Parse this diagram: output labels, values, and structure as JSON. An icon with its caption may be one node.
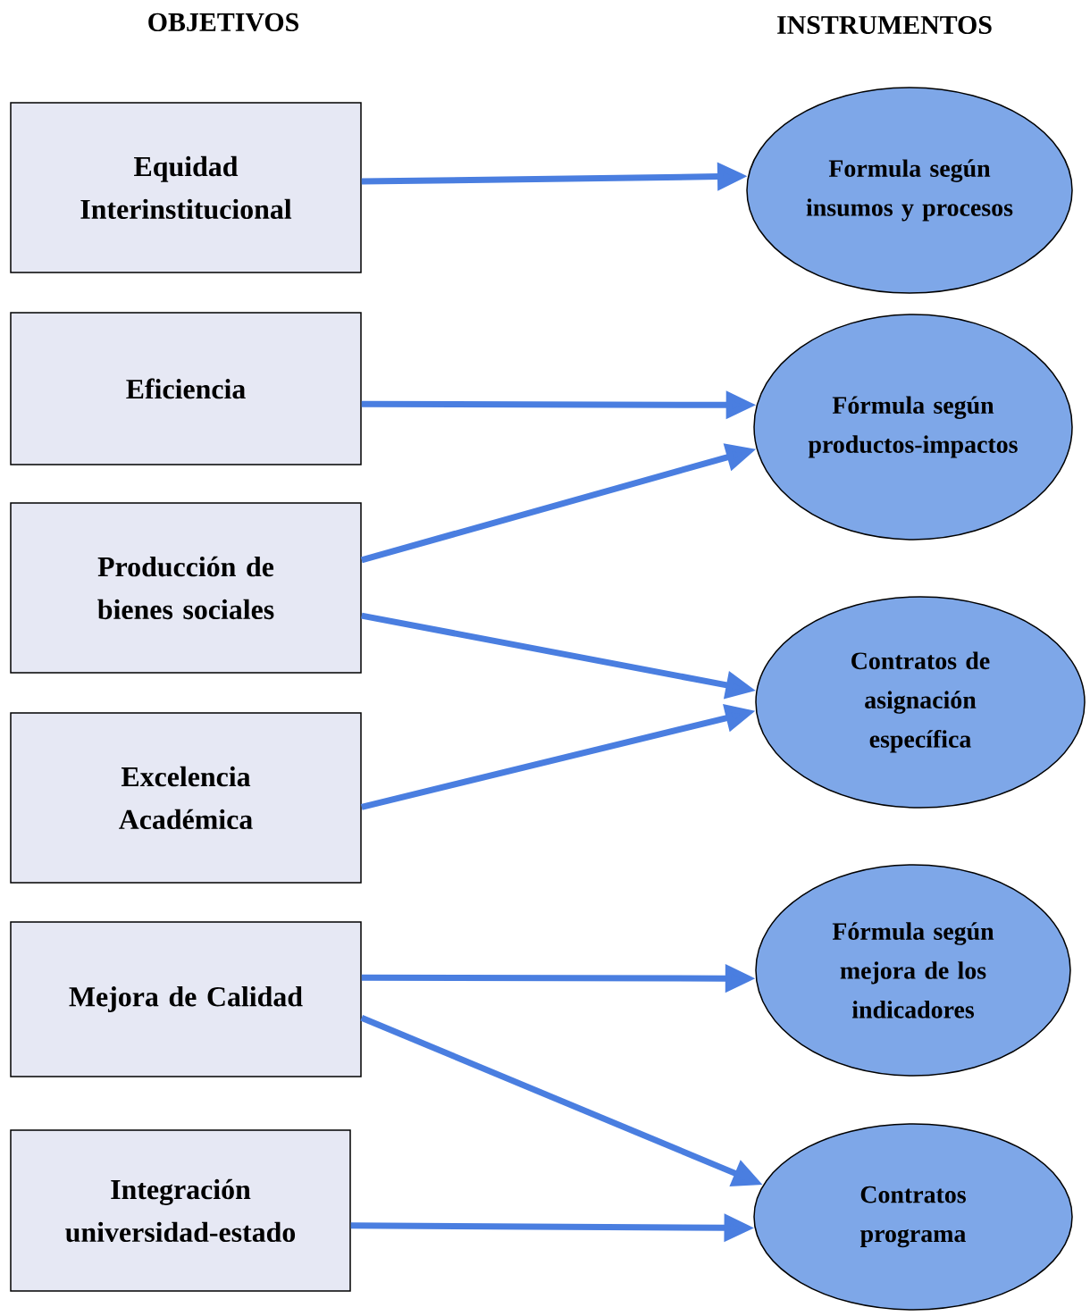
{
  "diagram": {
    "nodes": [
      {
        "text": [
          "Equidad Interinstitucional"
        ]
      },
      {
        "text": [
          "Eficiencia"
        ]
      },
      {
        "text": [
          "Producción de bienes sociales"
        ]
      },
      {
        "text": [
          "Excelencia Académica"
        ]
      },
      {
        "text": [
          "Mejora de Calidad"
        ]
      },
      {
        "text": [
          "Integración universidad-estado"
        ]
      },
      {
        "text": [
          "Formula según insumos y procesos"
        ]
      },
      {
        "text": [
          "Fórmula según productos-impactos"
        ]
      },
      {
        "text": [
          "Contratos de asignación específica"
        ]
      },
      {
        "text": [
          "Fórmula según mejora de los indicadores"
        ]
      },
      {
        "text": [
          "Contratos programa"
        ]
      }
    ],
    "edges": [
      {
        "from": 0,
        "to": 6,
        "arrow": "to"
      },
      {
        "from": 1,
        "to": 7,
        "arrow": "to"
      },
      {
        "from": 2,
        "to": 7,
        "arrow": "to"
      },
      {
        "from": 2,
        "to": 8,
        "arrow": "to"
      },
      {
        "from": 3,
        "to": 8,
        "arrow": "to"
      },
      {
        "from": 4,
        "to": 9,
        "arrow": "to"
      },
      {
        "from": 4,
        "to": 10,
        "arrow": "to"
      },
      {
        "from": 5,
        "to": 10,
        "arrow": "to"
      }
    ],
    "labels": [
      "OBJETIVOS",
      "INSTRUMENTOS"
    ]
  }
}
